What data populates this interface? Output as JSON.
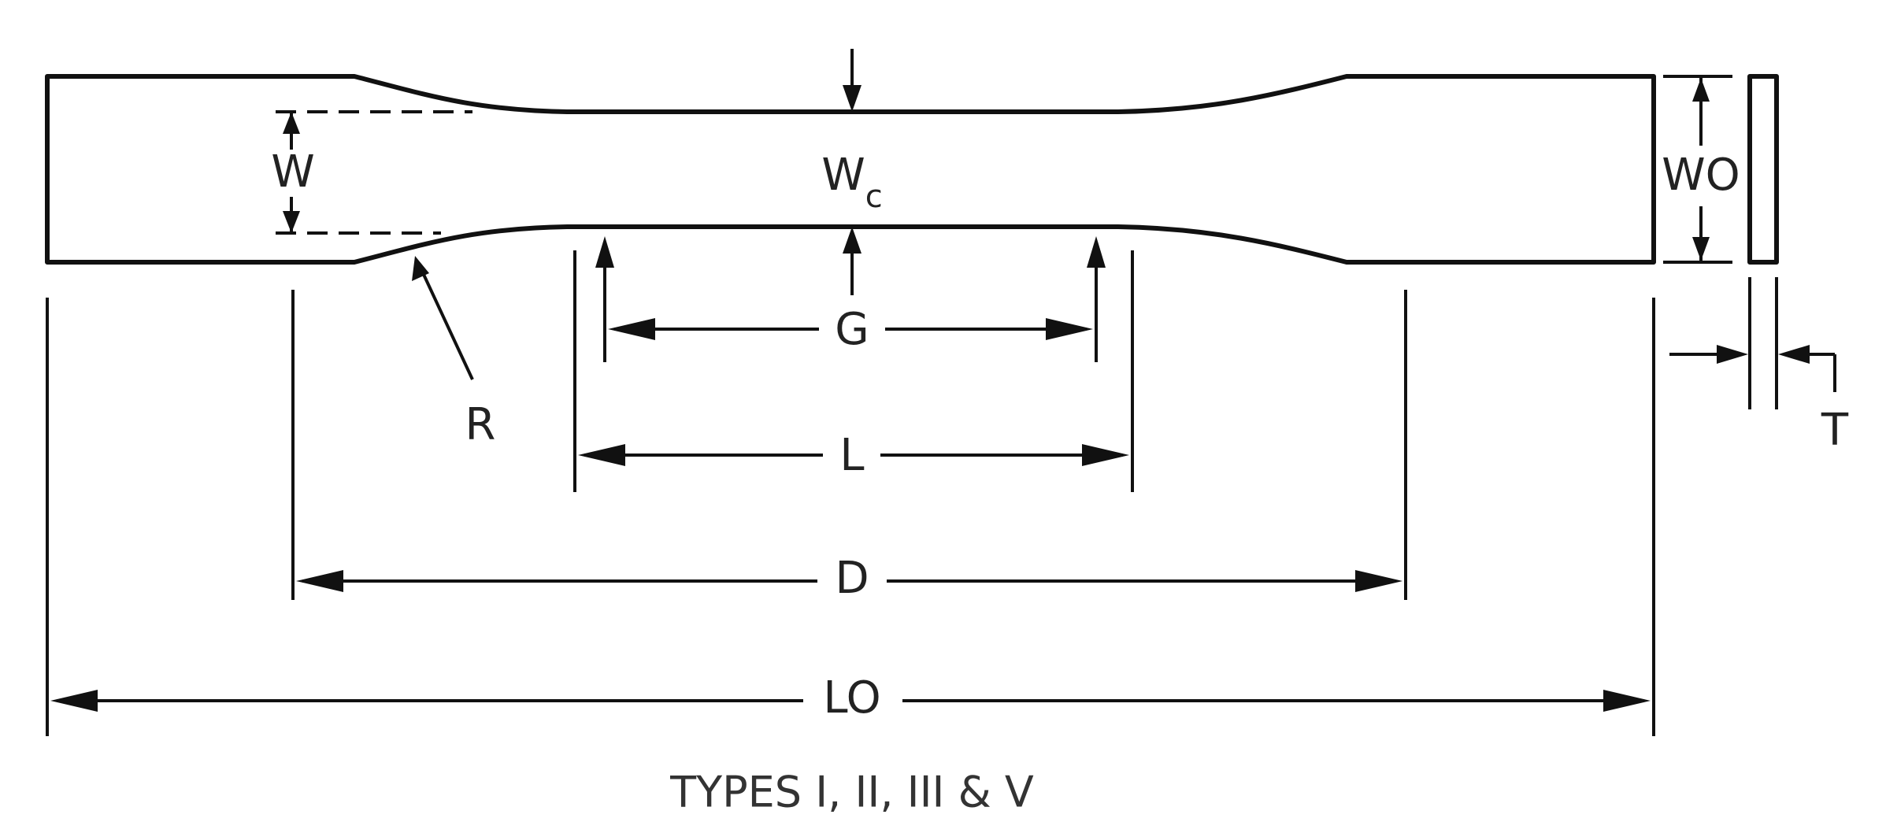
{
  "labels": {
    "w": "W",
    "wc_main": "W",
    "wc_sub": "c",
    "wo": "WO",
    "r": "R",
    "g": "G",
    "l": "L",
    "d": "D",
    "lo": "LO",
    "t": "T"
  },
  "caption": "TYPES I, II, III & V",
  "colors": {
    "ink": "#111111",
    "background": "#ffffff"
  }
}
